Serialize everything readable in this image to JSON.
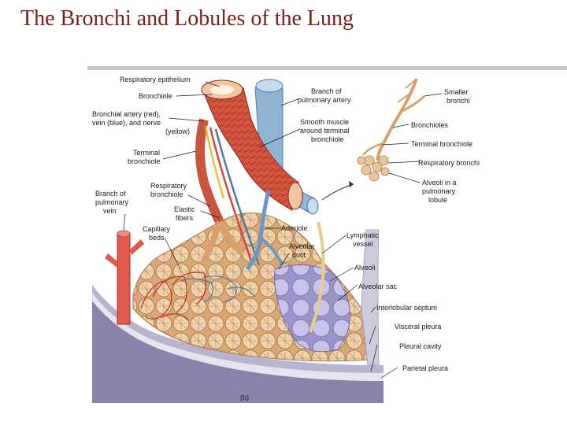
{
  "title": "The Bronchi and Lobules of the Lung",
  "figure": {
    "panel_label": "(b)",
    "labels": {
      "respiratory_epithelium": "Respiratory epithelium",
      "bronchiole": "Bronchiole",
      "bronchial_artery_1": "Bronchial artery (red),",
      "bronchial_artery_2": "vein (blue), and nerve",
      "bronchial_artery_3": "(yellow)",
      "terminal_bronchiole_1": "Terminal",
      "terminal_bronchiole_2": "bronchiole",
      "branch_pulmonary_vein_1": "Branch of",
      "branch_pulmonary_vein_2": "pulmonary",
      "branch_pulmonary_vein_3": "vein",
      "respiratory_bronchiole_1": "Respiratory",
      "respiratory_bronchiole_2": "bronchiole",
      "elastic_fibers_1": "Elastic",
      "elastic_fibers_2": "fibers",
      "capillary_beds_1": "Capillary",
      "capillary_beds_2": "beds",
      "branch_pulmonary_artery_1": "Branch of",
      "branch_pulmonary_artery_2": "pulmonary artery",
      "smooth_muscle_1": "Smooth muscle",
      "smooth_muscle_2": "around terminal",
      "smooth_muscle_3": "bronchiole",
      "arteriole": "Arteriole",
      "lymphatic_vessel_1": "Lymphatic",
      "lymphatic_vessel_2": "vessel",
      "alveolar_duct_1": "Alveolar",
      "alveolar_duct_2": "duct",
      "alveoli": "Alveoli",
      "alveolar_sac": "Alveolar sac",
      "interlobular_septum": "Interlobular septum",
      "visceral_pleura": "Visceral pleura",
      "pleural_cavity": "Pleural cavity",
      "parietal_pleura": "Parietal pleura",
      "smaller_bronchi_1": "Smaller",
      "smaller_bronchi_2": "bronchi",
      "bronchioles": "Bronchioles",
      "inset_terminal_bronchiole": "Terminal  bronchiole",
      "inset_respiratory_bronchiole": "Respiratory bronchiole",
      "alveoli_lobule_1": "Alveoli in a",
      "alveoli_lobule_2": "pulmonary",
      "alveoli_lobule_3": "lobule"
    },
    "colors": {
      "title": "#7a1f1a",
      "artery": "#d9433a",
      "vein": "#7fa6c9",
      "nerve": "#e6c23a",
      "alveolus": "#e9c59a",
      "alveolar_sac": "#b8b3dd",
      "septum": "#c9c4d6"
    }
  }
}
